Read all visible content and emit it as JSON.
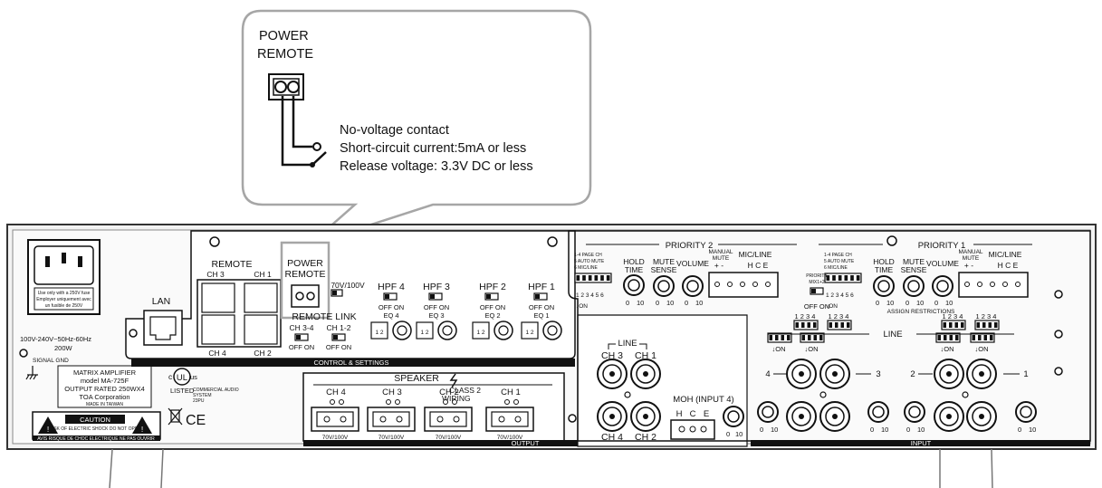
{
  "callout": {
    "title_line1": "POWER",
    "title_line2": "REMOTE",
    "note_line1": "No-voltage contact",
    "note_line2": "Short-circuit current:5mA or less",
    "note_line3": "Release voltage: 3.3V DC or less"
  },
  "ac_inlet": {
    "fuse_line1": "Use only with a 250V fuse",
    "fuse_line2": "Employer uniquement avec",
    "fuse_line3": "un fusible de 250V",
    "rating_line1": "100V-240V~50Hz-60Hz",
    "rating_line2": "200W",
    "signal_gnd": "SIGNAL GND"
  },
  "nameplate": {
    "line1": "MATRIX AMPLIFIER",
    "line2": "model MA-725F",
    "line3": "OUTPUT RATED 250WX4",
    "line4": "TOA Corporation",
    "line5": "MADE IN TAIWAN",
    "caution": "CAUTION",
    "caution_small": "RISK OF ELECTRIC SHOCK DO NOT OPEN",
    "footer": "AVIS RISQUE DE CHOC ELECTRIQUE NE PAS OUVRIR"
  },
  "certifications": {
    "ul_c": "c",
    "ul_us": "us",
    "ul_mark": "UL",
    "listed": "LISTED",
    "equip_line1": "COMMERCIAL AUDIO",
    "equip_line2": "SYSTEM",
    "equip_line3": "23PU",
    "ce": "CE"
  },
  "control": {
    "section_label": "CONTROL & SETTINGS",
    "lan": "LAN",
    "remote": "REMOTE",
    "remote_ports": [
      "CH 3",
      "CH 1",
      "CH 4",
      "CH 2"
    ],
    "power_remote_line1": "POWER",
    "power_remote_line2": "REMOTE",
    "voltage_switch": "70V/100V",
    "remote_link": "REMOTE LINK",
    "remote_link_ch": [
      "CH 3-4",
      "CH 1-2"
    ],
    "off_on": "OFF ON",
    "hpf": [
      "HPF 4",
      "HPF 3",
      "HPF 2",
      "HPF 1"
    ],
    "eq": [
      "EQ 4",
      "EQ 3",
      "EQ 2",
      "EQ 1"
    ],
    "switch_12": "1 2"
  },
  "output": {
    "section_label": "OUTPUT",
    "speaker": "SPEAKER",
    "class2_line1": "CLASS 2",
    "class2_line2": "WIRING",
    "channels": [
      "CH 4",
      "CH 3",
      "CH 2",
      "CH 1"
    ],
    "voltage": "70V/100V"
  },
  "line_inputs": {
    "line": "LINE",
    "top": [
      "CH 3",
      "CH 1"
    ],
    "bottom": [
      "CH 4",
      "CH 2"
    ],
    "moh": "MOH (INPUT 4)",
    "hce": [
      "H",
      "C",
      "E"
    ],
    "knob_min": "0",
    "knob_max": "10"
  },
  "priority": {
    "p2_title": "PRIORITY 2",
    "p1_title": "PRIORITY 1",
    "dip_line1": "1-4 PAGE CH",
    "dip_line2": "5 AUTO MUTE",
    "dip_line3": "6 MIC/LINE",
    "dip_numbers": "1 2 3 4 5 6",
    "on": "↓ON",
    "hold_line1": "HOLD",
    "hold_line2": "TIME",
    "mute_line1": "MUTE",
    "mute_line2": "SENSE",
    "volume": "VOLUME",
    "manual_line1": "MANUAL",
    "manual_line2": "MUTE",
    "plus_minus": "+ -",
    "mic_line": "MIC/LINE",
    "hce": "H C E",
    "priority_mix_line1": "PRIORITY",
    "priority_mix_line2": "MIX1+2",
    "assign_restrictions": "ASSIGN RESTRICTIONS",
    "four": "1 2 3 4"
  },
  "input": {
    "section_label": "INPUT",
    "line": "LINE",
    "channel_numbers": [
      "4",
      "3",
      "2",
      "1"
    ]
  }
}
